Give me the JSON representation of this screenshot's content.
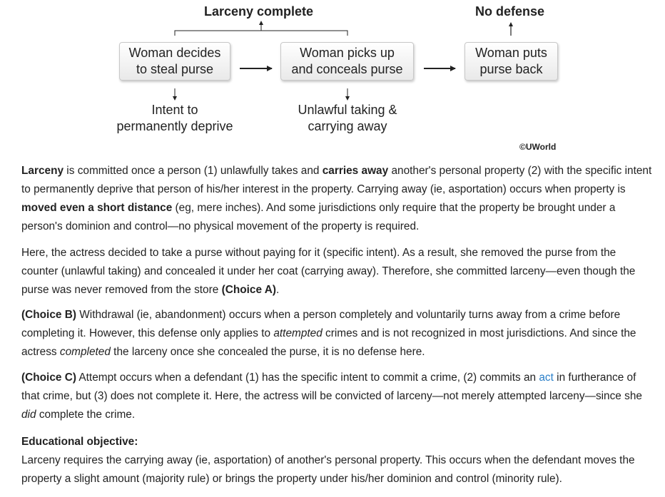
{
  "diagram": {
    "heading_left": "Larceny complete",
    "heading_right": "No defense",
    "box1": "Woman decides\nto steal purse",
    "box2": "Woman picks up\nand conceals purse",
    "box3": "Woman puts\npurse back",
    "sub1": "Intent to\npermanently deprive",
    "sub2": "Unlawful taking &\ncarrying away",
    "credit": "©UWorld"
  },
  "paragraphs": {
    "p1": {
      "t1": "Larceny",
      "t2": " is committed once a person (1) unlawfully takes and ",
      "t3": "carries away",
      "t4": " another's personal property (2) with the specific intent to permanently deprive that person of his/her interest in the property.  Carrying away (ie, asportation) occurs when property is ",
      "t5": "moved even a short distance",
      "t6": " (eg, mere inches).  And some jurisdictions only require that the property be brought under a person's dominion and control—no physical movement of the property is required."
    },
    "p2": {
      "t1": "Here, the actress decided to take a purse without paying for it (specific intent).  As a result, she removed the purse from the counter (unlawful taking) and concealed it under her coat (carrying away).  Therefore, she committed larceny—even though the purse was never removed from the store ",
      "t2": "(Choice A)",
      "t3": "."
    },
    "p3": {
      "t1": "(Choice B)",
      "t2": "  Withdrawal (ie, abandonment) occurs when a person completely and voluntarily turns away from a crime before completing it.  However, this defense only applies to ",
      "t3": "attempted",
      "t4": " crimes and is not recognized in most jurisdictions.  And since the actress ",
      "t5": "completed",
      "t6": " the larceny once she concealed the purse, it is no defense here."
    },
    "p4": {
      "t1": "(Choice C)",
      "t2": "  Attempt occurs when a defendant (1) has the specific intent to commit a crime, (2) commits an ",
      "t3": "act",
      "t4": " in furtherance of that crime, but (3) does not complete it.  Here, the actress will be convicted of larceny—not merely attempted larceny—since she ",
      "t5": "did",
      "t6": " complete the crime."
    },
    "p5": {
      "t1": "Educational objective:",
      "t2": "Larceny requires the carrying away (ie, asportation) of another's personal property.  This occurs when the defendant moves the property a slight amount (majority rule) or brings the property under his/her dominion and control (minority rule)."
    }
  },
  "colors": {
    "link": "#2a7fc9",
    "box_border": "#c8c8c8"
  }
}
